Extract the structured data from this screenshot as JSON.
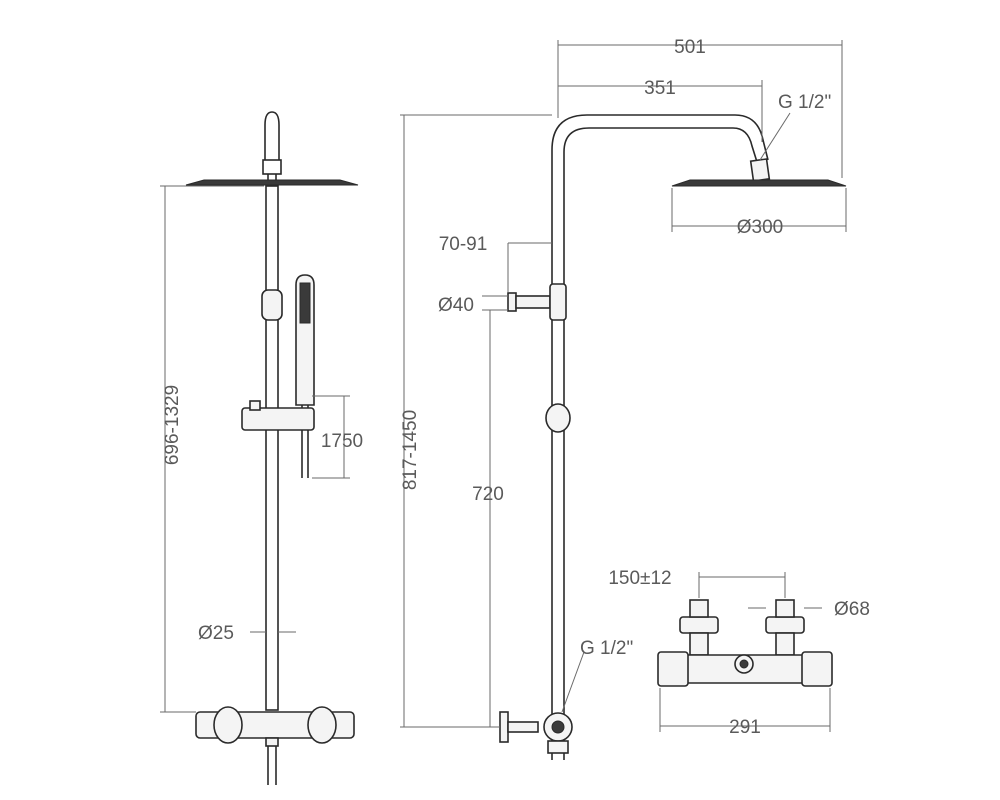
{
  "dimensions": {
    "height_adjust_left": "696-1329",
    "handshower_hose": "1750",
    "rail_diameter": "Ø25",
    "total_height": "817-1450",
    "overall_reach": "501",
    "arm_reach": "351",
    "head_thread": "G 1/2\"",
    "head_diameter": "Ø300",
    "wall_offset": "70-91",
    "bracket_diameter": "Ø40",
    "mixer_height": "720",
    "inlet_thread": "G 1/2\"",
    "inlet_spacing": "150±12",
    "escutcheon_diameter": "Ø68",
    "mixer_width": "291"
  }
}
